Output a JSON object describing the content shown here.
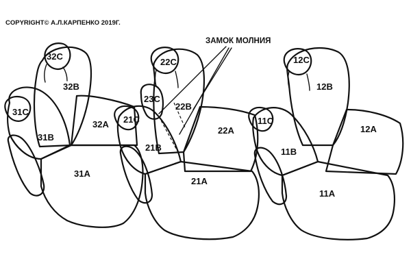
{
  "copyright": "COPYRIGHT© А.Л.КАРПЕНКО 2019Г.",
  "callout": "ЗАМОК МОЛНИЯ",
  "labels": {
    "l32c": "32C",
    "l32b": "32B",
    "l32a": "32A",
    "l31c": "31C",
    "l31b": "31B",
    "l31a": "31A",
    "l22c": "22C",
    "l23c": "23C",
    "l22b": "22B",
    "l22a": "22A",
    "l21c": "21C",
    "l21b": "21B",
    "l21a": "21A",
    "l12c": "12C",
    "l12b": "12B",
    "l12a": "12A",
    "l11c": "11C",
    "l11b": "11B",
    "l11a": "11A"
  }
}
